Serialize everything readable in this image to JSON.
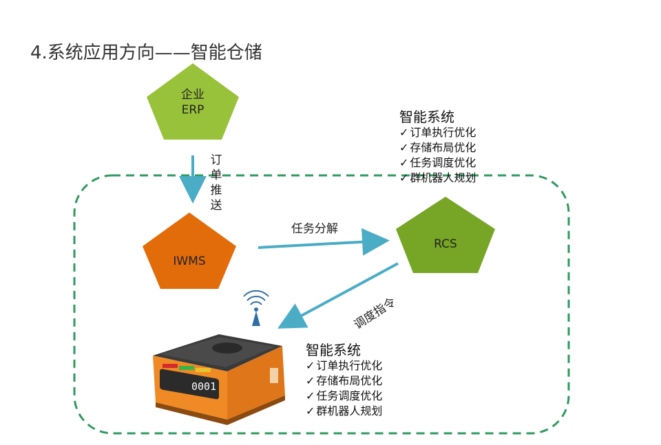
{
  "title": "4.系统应用方向——智能仓储",
  "nodes": {
    "erp": {
      "line1": "企业",
      "line2": "ERP",
      "color": "#99c23b"
    },
    "iwms": {
      "label": "IWMS",
      "color": "#e36c0a"
    },
    "rcs": {
      "label": "RCS",
      "color": "#77a626"
    }
  },
  "edges": {
    "order_push": [
      "订",
      "单",
      "推",
      "送"
    ],
    "task_split": "任务分解",
    "dispatch": "调度指令"
  },
  "system_top": {
    "title": "智能系统",
    "items": [
      "订单执行优化",
      "存储布局优化",
      "任务调度优化",
      "群机器人规划"
    ]
  },
  "system_bottom": {
    "title": "智能系统",
    "items": [
      "订单执行优化",
      "存储布局优化",
      "任务调度优化",
      "群机器人规划"
    ]
  },
  "robot": {
    "display": "0001"
  },
  "colors": {
    "arrow": "#4bacc6",
    "dashed_border": "#2e9a5e"
  }
}
